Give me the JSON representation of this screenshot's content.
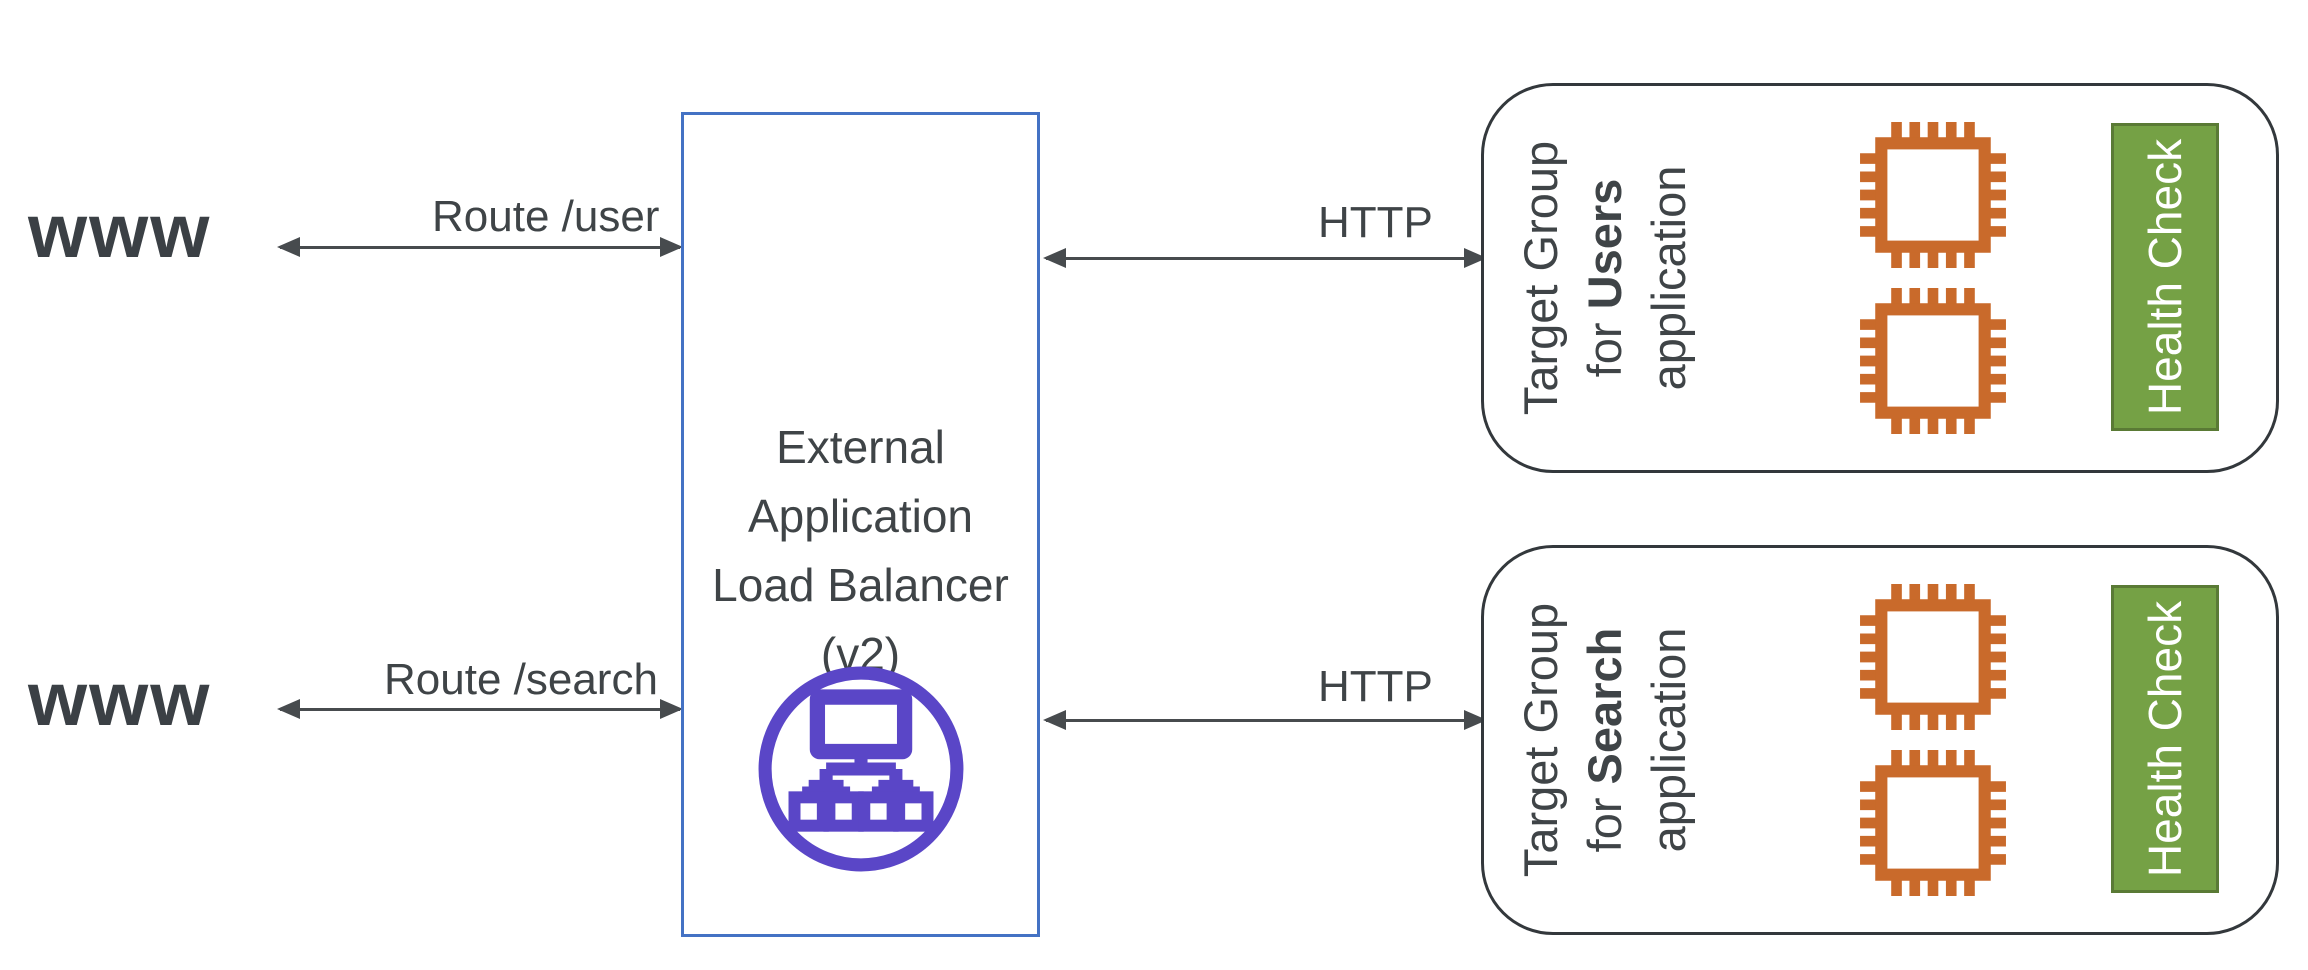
{
  "clients": {
    "top_label": "www",
    "bottom_label": "www"
  },
  "routes": {
    "user_label": "Route /user",
    "search_label": "Route /search"
  },
  "load_balancer": {
    "title": "External\nApplication\nLoad Balancer\n(v2)"
  },
  "connections": {
    "http_top_label": "HTTP",
    "http_bottom_label": "HTTP"
  },
  "target_groups": [
    {
      "line1": "Target Group",
      "line2_prefix": "for ",
      "line2_bold": "Users",
      "line3": "application",
      "health_check_label": "Health Check",
      "instance_count": 2
    },
    {
      "line1": "Target Group",
      "line2_prefix": "for ",
      "line2_bold": "Search",
      "line3": "application",
      "health_check_label": "Health Check",
      "instance_count": 2
    }
  ],
  "colors": {
    "www_color": "#3B4045",
    "text_dark": "#3F4447",
    "arrow_color": "#474B4E",
    "box_border_blue": "#4472C4",
    "icon_purple": "#5A46C7",
    "chip_orange": "#C96A2B",
    "health_green": "#75A145",
    "health_border": "#5A7A35",
    "group_border": "#33383C"
  }
}
